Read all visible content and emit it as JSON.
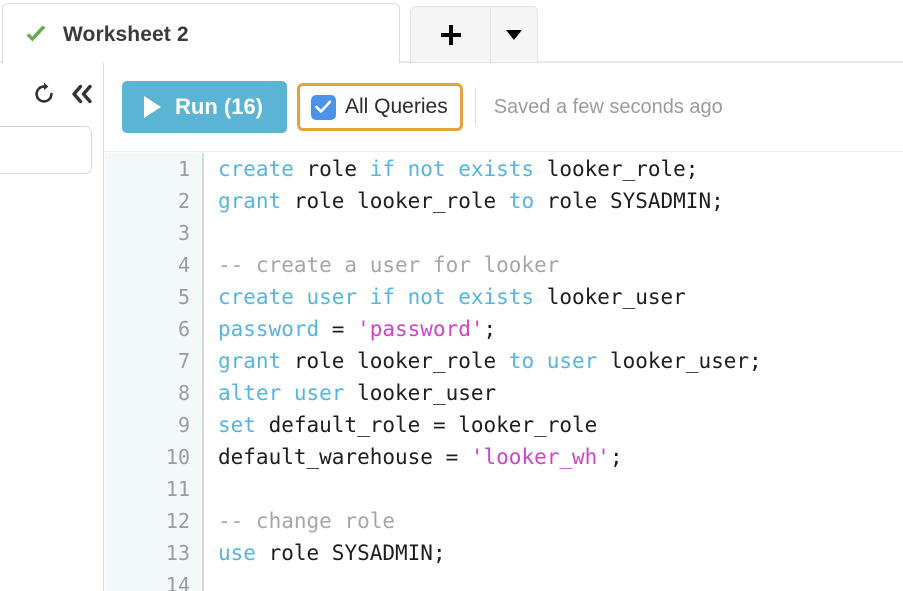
{
  "tabbar": {
    "active_tab": {
      "title": "Worksheet 2",
      "status_icon": "check-icon",
      "status_color": "#6aab52"
    },
    "new_tab_button_icon": "plus-icon",
    "tab_menu_button_icon": "caret-down-icon"
  },
  "left_panel": {
    "refresh_icon": "refresh-icon",
    "collapse_icon": "double-chevron-left-icon",
    "field_value": "",
    "field_placeholder": ""
  },
  "toolbar": {
    "run_label": "Run (16)",
    "run_icon": "play-icon",
    "run_color": "#5bb4d3",
    "all_queries_label": "All Queries",
    "all_queries_checked": true,
    "all_queries_checkbox_color": "#4a93e8",
    "all_queries_focus_color": "#e4a13c",
    "saved_status": "Saved a few seconds ago"
  },
  "editor": {
    "gutter_numbers": [
      "1",
      "2",
      "3",
      "4",
      "5",
      "6",
      "7",
      "8",
      "9",
      "10",
      "11",
      "12",
      "13",
      "14"
    ],
    "lines": [
      [
        {
          "t": "create",
          "c": "kw"
        },
        {
          "t": " role ",
          "c": "pln"
        },
        {
          "t": "if not exists",
          "c": "kw"
        },
        {
          "t": " looker_role;",
          "c": "pln"
        }
      ],
      [
        {
          "t": "grant",
          "c": "kw"
        },
        {
          "t": " role looker_role ",
          "c": "pln"
        },
        {
          "t": "to",
          "c": "kw"
        },
        {
          "t": " role SYSADMIN;",
          "c": "pln"
        }
      ],
      [],
      [
        {
          "t": "-- create a user for looker",
          "c": "cmt"
        }
      ],
      [
        {
          "t": "create user if not exists",
          "c": "kw"
        },
        {
          "t": " looker_user",
          "c": "pln"
        }
      ],
      [
        {
          "t": "password",
          "c": "kw"
        },
        {
          "t": " = ",
          "c": "pln"
        },
        {
          "t": "'password'",
          "c": "str"
        },
        {
          "t": ";",
          "c": "pln"
        }
      ],
      [
        {
          "t": "grant",
          "c": "kw"
        },
        {
          "t": " role looker_role ",
          "c": "pln"
        },
        {
          "t": "to user",
          "c": "kw"
        },
        {
          "t": " looker_user;",
          "c": "pln"
        }
      ],
      [
        {
          "t": "alter user",
          "c": "kw"
        },
        {
          "t": " looker_user",
          "c": "pln"
        }
      ],
      [
        {
          "t": "set",
          "c": "kw"
        },
        {
          "t": " default_role = looker_role",
          "c": "pln"
        }
      ],
      [
        {
          "t": "default_warehouse = ",
          "c": "pln"
        },
        {
          "t": "'looker_wh'",
          "c": "str"
        },
        {
          "t": ";",
          "c": "pln"
        }
      ],
      [],
      [
        {
          "t": "-- change role",
          "c": "cmt"
        }
      ],
      [
        {
          "t": "use",
          "c": "kw"
        },
        {
          "t": " role SYSADMIN;",
          "c": "pln"
        }
      ],
      []
    ],
    "syntax_colors": {
      "keyword": "#56b4dd",
      "string": "#cc44cc",
      "comment": "#a6a6a6",
      "plain": "#1d1d1d",
      "gutter_bg": "#f3f8fa",
      "gutter_text": "#9b9b9b"
    }
  }
}
